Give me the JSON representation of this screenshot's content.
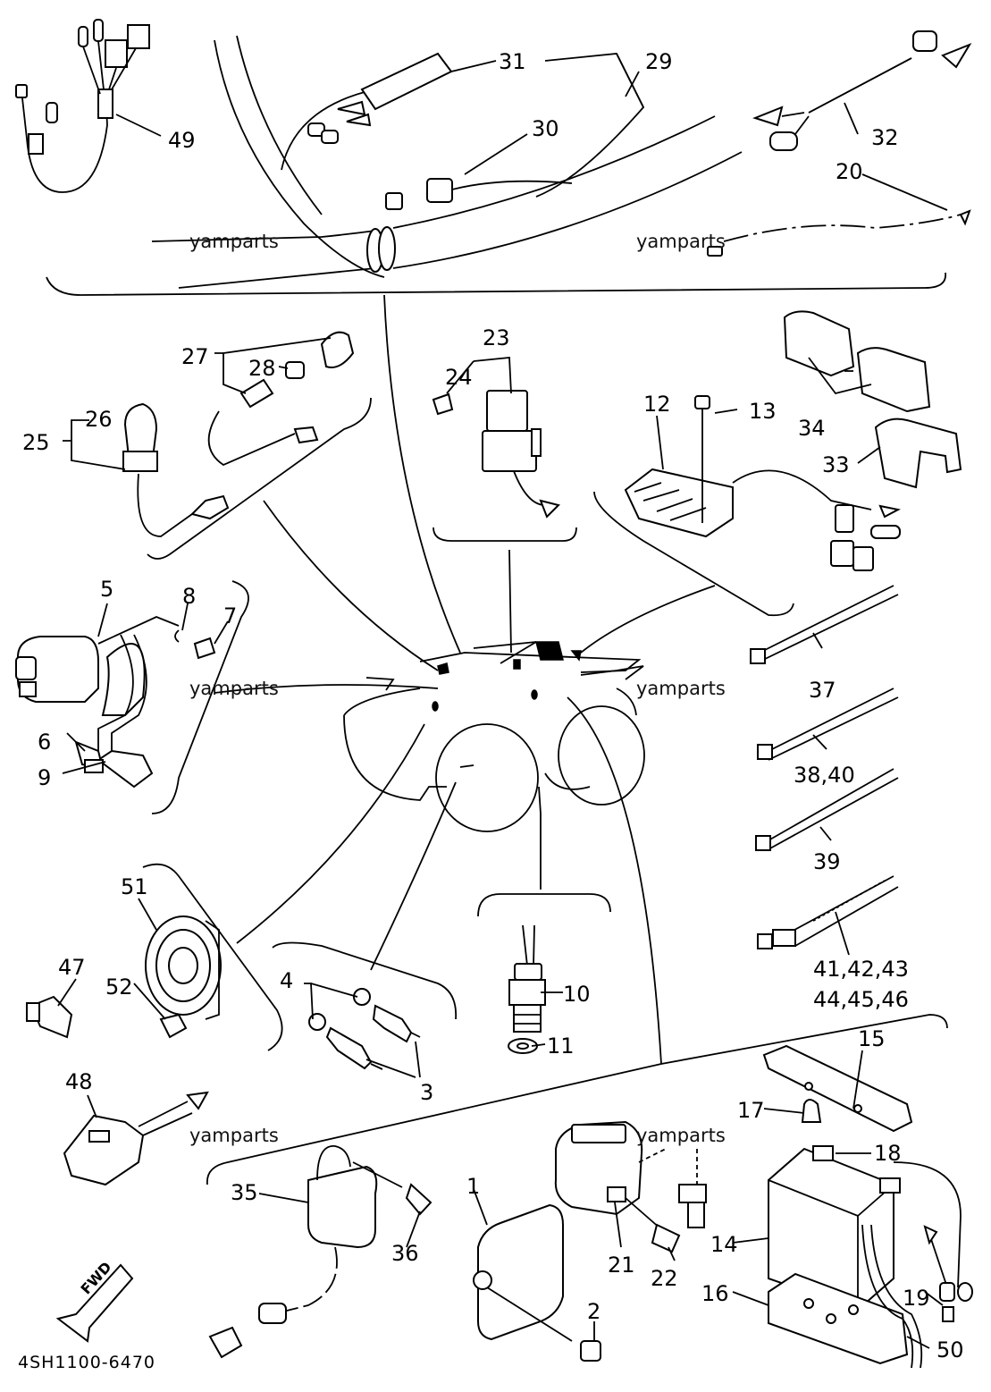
{
  "diagram": {
    "watermark": "yamparts",
    "code": "4SH1100-6470",
    "fwd": "FWD",
    "labels": {
      "p1": "1",
      "p2": "2",
      "p3": "3",
      "p4": "4",
      "p5": "5",
      "p6": "6",
      "p7": "7",
      "p8": "8",
      "p9": "9",
      "p10": "10",
      "p11": "11",
      "p12": "12",
      "p13": "13",
      "p14": "14",
      "p15": "15",
      "p16": "16",
      "p17": "17",
      "p18": "18",
      "p19": "19",
      "p20": "20",
      "p21": "21",
      "p22": "22",
      "p23": "23",
      "p24": "24",
      "p25": "25",
      "p26": "26",
      "p27": "27",
      "p28": "28",
      "p29": "29",
      "p30": "30",
      "p31": "31",
      "p32": "32",
      "p33": "33",
      "p34": "34",
      "p35": "35",
      "p36": "36",
      "p37": "37",
      "p38_40": "38,40",
      "p39": "39",
      "p41_43": "41,42,43",
      "p44_46": "44,45,46",
      "p47": "47",
      "p48": "48",
      "p49": "49",
      "p50": "50",
      "p51": "51",
      "p52": "52"
    }
  }
}
